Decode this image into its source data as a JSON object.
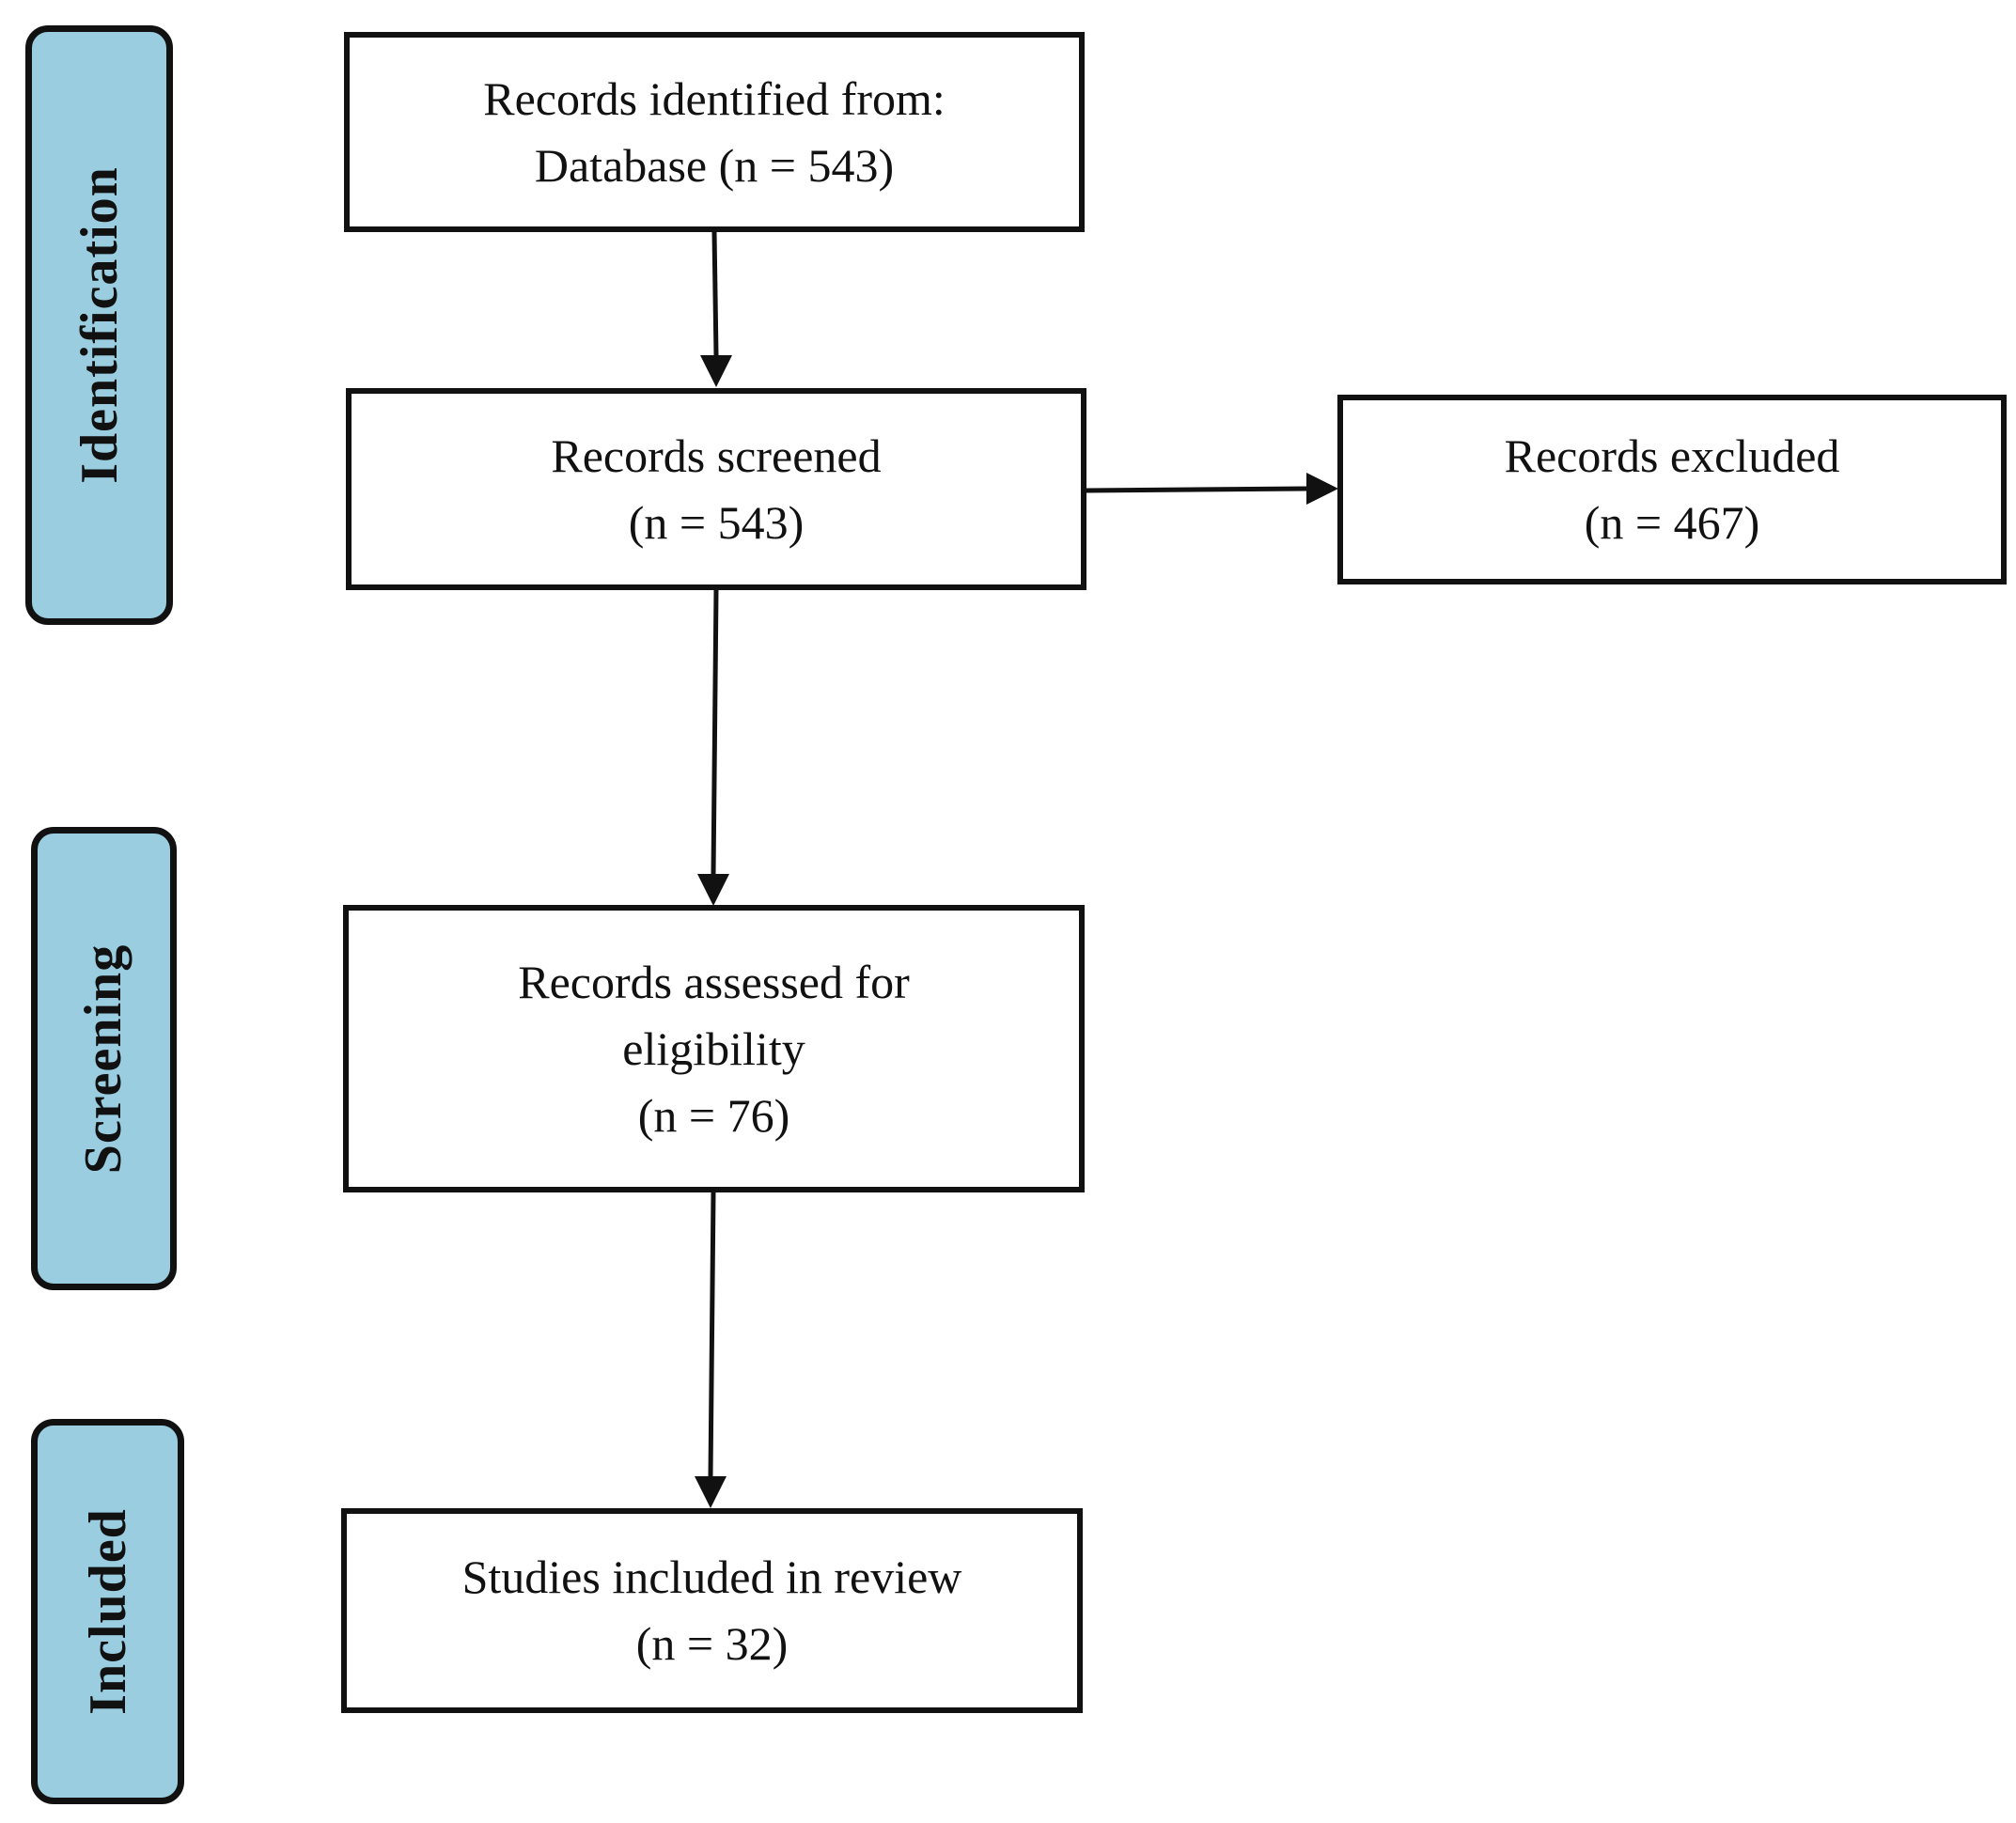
{
  "phases": {
    "identification": "Identification",
    "screening": "Screening",
    "included": "Included"
  },
  "boxes": {
    "identified": {
      "line1": "Records identified from:",
      "line2": "Database (n = 543)"
    },
    "screened": {
      "line1": "Records screened",
      "line2": "(n = 543)"
    },
    "excluded": {
      "line1": "Records excluded",
      "line2": "(n = 467)"
    },
    "assessed": {
      "line1": "Records assessed for",
      "line2": "eligibility",
      "line3": "(n = 76)"
    },
    "included": {
      "line1": "Studies included in review",
      "line2": "(n = 32)"
    }
  },
  "colors": {
    "phase_fill": "#99cddf",
    "border": "#111111",
    "background": "#ffffff"
  }
}
